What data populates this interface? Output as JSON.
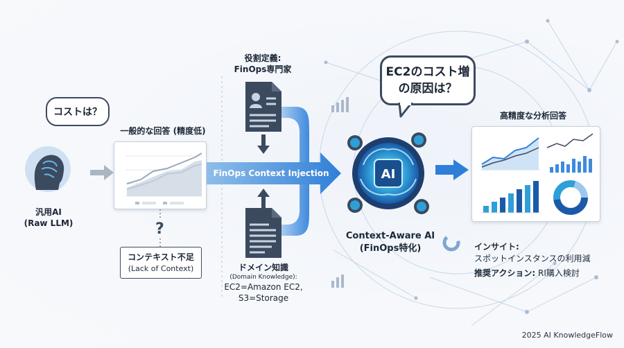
{
  "left": {
    "bubble": "コストは？",
    "agent_label": [
      "汎用AI",
      "(Raw LLM)"
    ],
    "answer_title": "一般的な回答 (精度低)",
    "question_mark": "?",
    "lack_title": "コンテキスト不足",
    "lack_sub": "(Lack of Context)"
  },
  "middle": {
    "role_title": "役割定義:",
    "role_value": "FinOps専門家",
    "injection_label": "FinOps Context Injection",
    "domain_title": "ドメイン知識",
    "domain_sub": "(Domain Knowledge):",
    "domain_lines": [
      "EC2=Amazon EC2,",
      "S3=Storage"
    ]
  },
  "right": {
    "bubble_lines": [
      "EC2のコスト増",
      "の原因は？"
    ],
    "ai_badge": "AI",
    "ai_label": [
      "Context-Aware AI",
      "(FinOps特化)"
    ],
    "answer_title": "高精度な分析回答",
    "insight_key": "インサイト:",
    "insight_value": "スポットインスタンスの利用減",
    "action_key": "推奨アクション:",
    "action_value": "RI購入検討"
  },
  "footer": "2025 AI KnowledgeFlow",
  "colors": {
    "arrow": "#2f7fd8",
    "dark": "#3b4a5e",
    "accent": "#2f9fd8"
  }
}
